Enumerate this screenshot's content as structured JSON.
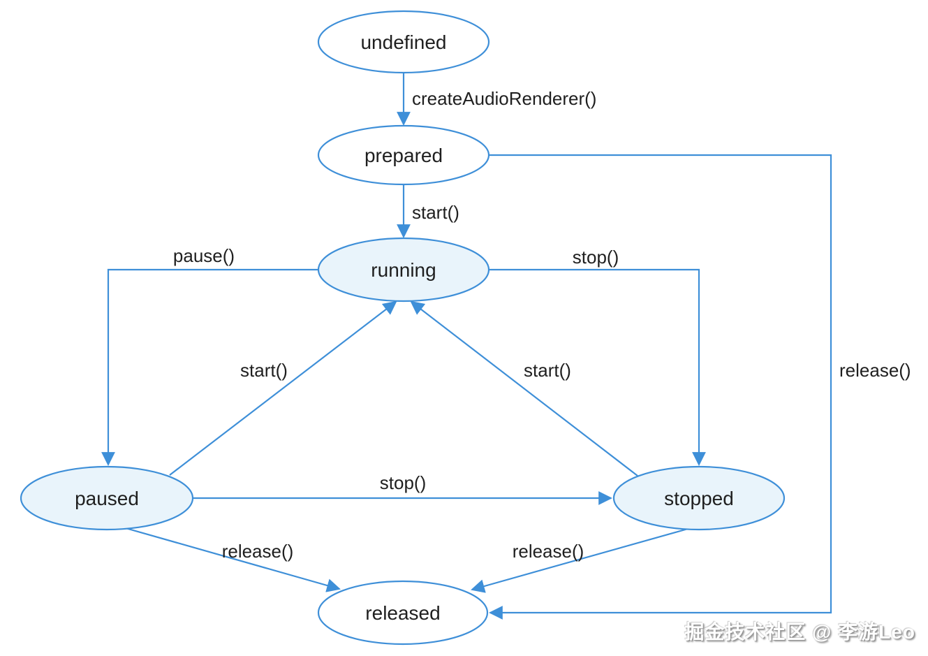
{
  "diagram": {
    "type": "state-transition-diagram",
    "subject": "audio renderer lifecycle",
    "colors": {
      "line": "#3E8FD8",
      "node_fill_highlight": "#E9F4FB",
      "node_fill_plain": "#FFFFFF",
      "label_text": "#1F1F1F"
    },
    "nodes": [
      {
        "id": "undefined",
        "label": "undefined",
        "highlighted": false
      },
      {
        "id": "prepared",
        "label": "prepared",
        "highlighted": false
      },
      {
        "id": "running",
        "label": "running",
        "highlighted": true
      },
      {
        "id": "paused",
        "label": "paused",
        "highlighted": true
      },
      {
        "id": "stopped",
        "label": "stopped",
        "highlighted": true
      },
      {
        "id": "released",
        "label": "released",
        "highlighted": false
      }
    ],
    "edges": [
      {
        "from": "undefined",
        "to": "prepared",
        "label": "createAudioRenderer()"
      },
      {
        "from": "prepared",
        "to": "running",
        "label": "start()"
      },
      {
        "from": "running",
        "to": "paused",
        "label": "pause()"
      },
      {
        "from": "running",
        "to": "stopped",
        "label": "stop()"
      },
      {
        "from": "paused",
        "to": "running",
        "label": "start()"
      },
      {
        "from": "stopped",
        "to": "running",
        "label": "start()"
      },
      {
        "from": "paused",
        "to": "stopped",
        "label": "stop()"
      },
      {
        "from": "paused",
        "to": "released",
        "label": "release()"
      },
      {
        "from": "stopped",
        "to": "released",
        "label": "release()"
      },
      {
        "from": "prepared",
        "to": "released",
        "label": "release()"
      }
    ]
  },
  "watermark": {
    "text": "掘金技术社区 @ 李游Leo"
  }
}
